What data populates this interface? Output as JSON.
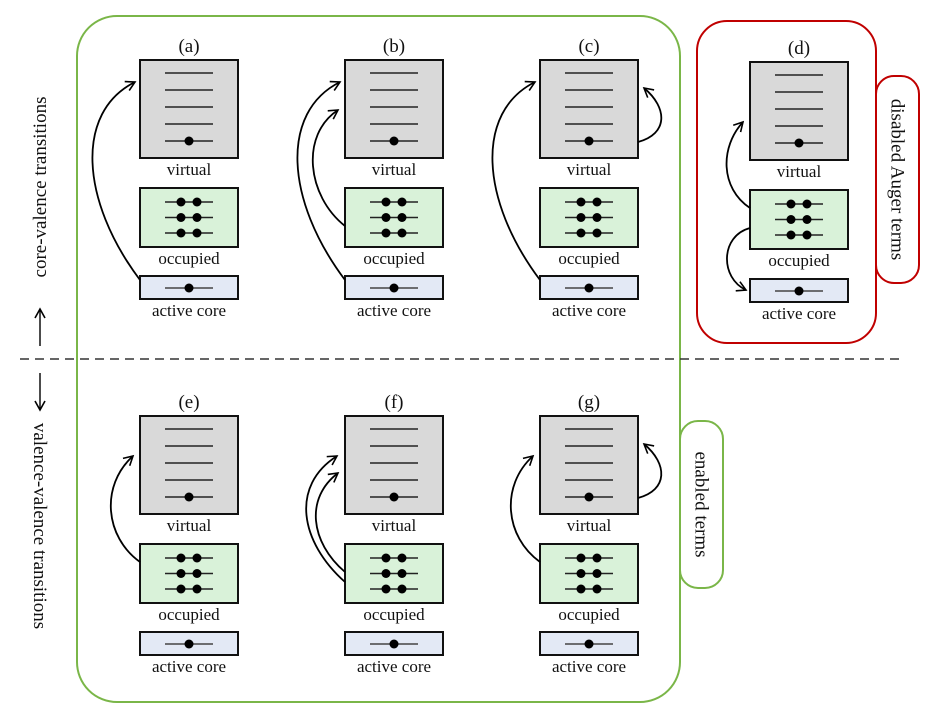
{
  "side_labels": {
    "top": "core-valence transitions",
    "bottom": "valence-valence transitions"
  },
  "group_labels": {
    "enabled": "enabled terms",
    "disabled": "disabled Auger terms"
  },
  "box_labels": {
    "virtual": "virtual",
    "occupied": "occupied",
    "core": "active core"
  },
  "colors": {
    "enabled_border": "#7ab648",
    "disabled_border": "#c00000",
    "virtual_fill": "#d9d9d9",
    "occupied_fill": "#d9f2d9",
    "core_fill": "#e3e9f5"
  },
  "panels": [
    {
      "id": "a",
      "title": "(a)",
      "row": "core-valence",
      "transitions": [
        "core->virtual"
      ]
    },
    {
      "id": "b",
      "title": "(b)",
      "row": "core-valence",
      "transitions": [
        "core->virtual",
        "occupied->virtual"
      ]
    },
    {
      "id": "c",
      "title": "(c)",
      "row": "core-valence",
      "transitions": [
        "core->virtual",
        "virtual->virtual"
      ]
    },
    {
      "id": "d",
      "title": "(d)",
      "row": "core-valence",
      "transitions": [
        "occupied->virtual",
        "occupied->core"
      ]
    },
    {
      "id": "e",
      "title": "(e)",
      "row": "valence-valence",
      "transitions": [
        "occupied->virtual"
      ]
    },
    {
      "id": "f",
      "title": "(f)",
      "row": "valence-valence",
      "transitions": [
        "occupied->virtual",
        "occupied->virtual"
      ]
    },
    {
      "id": "g",
      "title": "(g)",
      "row": "valence-valence",
      "transitions": [
        "occupied->virtual",
        "virtual->virtual"
      ]
    }
  ]
}
